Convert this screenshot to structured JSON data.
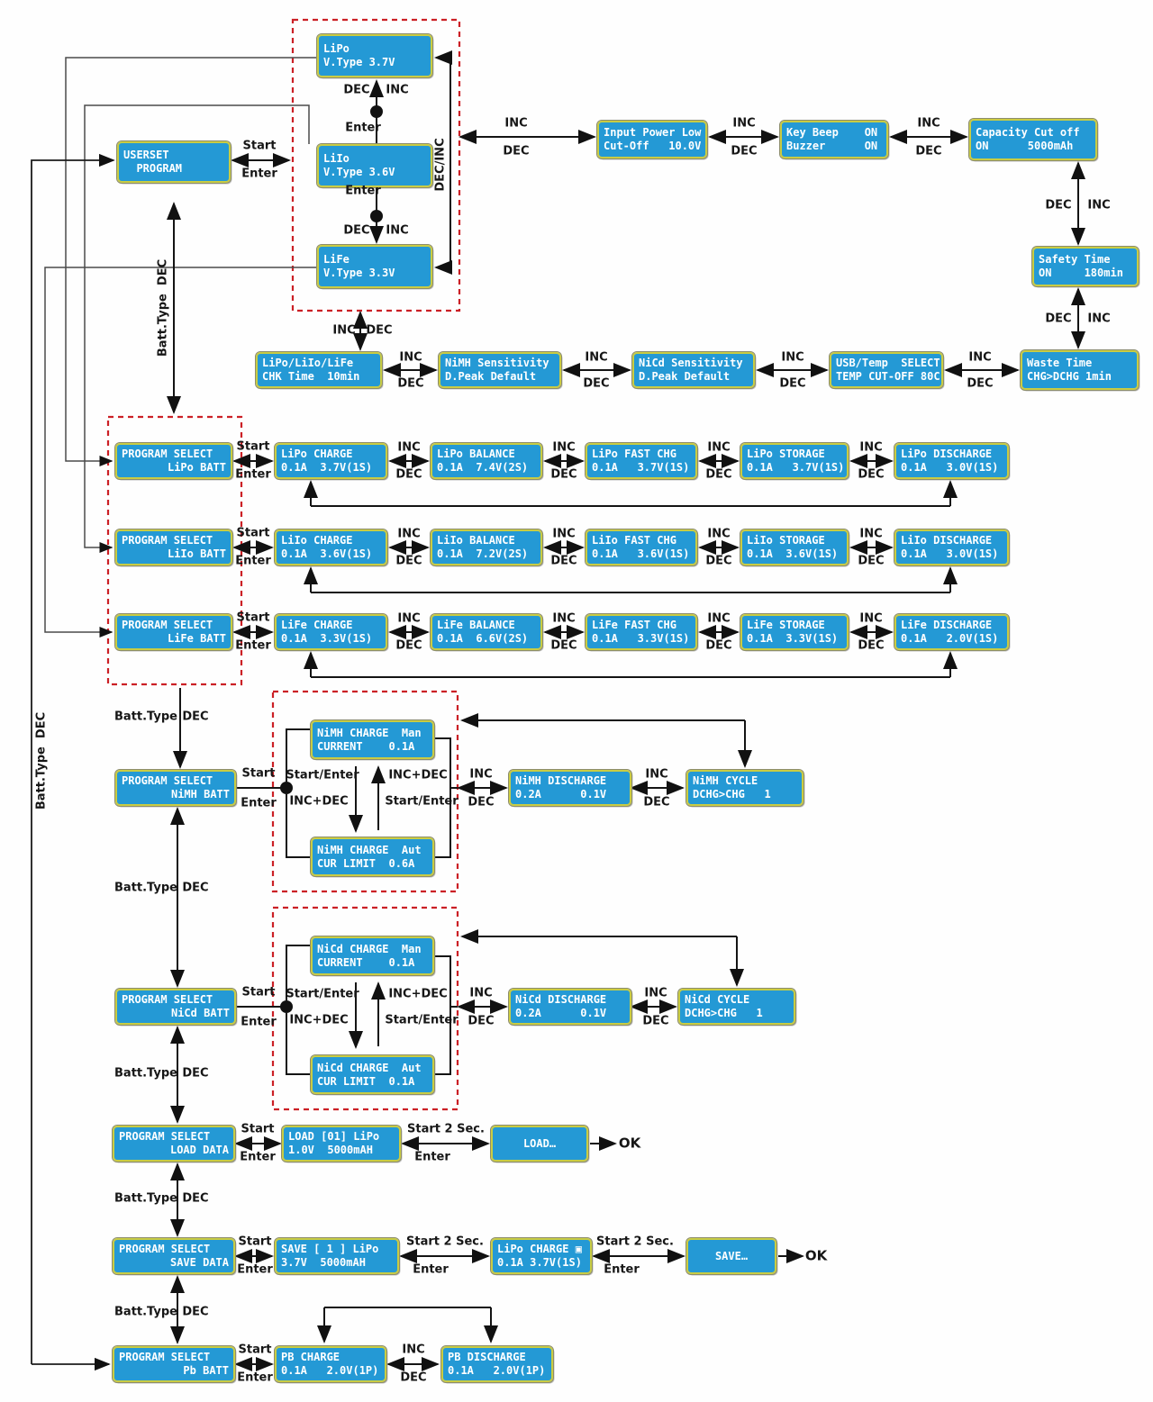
{
  "labels": {
    "inc": "INC",
    "dec": "DEC",
    "start": "Start",
    "enter": "Enter",
    "start_enter": "Start/Enter",
    "inc_plus_dec": "INC+DEC",
    "dec_inc_vert": "DEC/INC",
    "batt_type": "Batt.Type",
    "batt_type_dec": "Batt.Type  DEC",
    "start_2sec": "Start 2 Sec.",
    "ok": "OK"
  },
  "nodes": {
    "lipo_vtype": {
      "l1": "LiPo",
      "l2": "V.Type 3.7V"
    },
    "liio_vtype": {
      "l1": "LiIo",
      "l2": "V.Type 3.6V"
    },
    "life_vtype": {
      "l1": "LiFe",
      "l2": "V.Type 3.3V"
    },
    "userset": {
      "l1": "USERSET",
      "l2": "  PROGRAM"
    },
    "input_power": {
      "l1": "Input Power Low",
      "l2": "Cut-Off   10.0V"
    },
    "key_beep": {
      "l1": "Key Beep    ON",
      "l2": "Buzzer      ON"
    },
    "capacity": {
      "l1": "Capacity Cut off",
      "l2": "ON      5000mAh"
    },
    "safety_time": {
      "l1": "Safety Time",
      "l2": "ON     180min"
    },
    "waste_time": {
      "l1": "Waste Time",
      "l2": "CHG>DCHG 1min"
    },
    "usb_temp": {
      "l1": "USB/Temp  SELECT",
      "l2": "TEMP CUT-OFF 80C"
    },
    "nicd_sens": {
      "l1": "NiCd Sensitivity",
      "l2": "D.Peak Default"
    },
    "nimh_sens": {
      "l1": "NiMH Sensitivity",
      "l2": "D.Peak Default"
    },
    "chk_time": {
      "l1": "LiPo/LiIo/LiFe",
      "l2": "CHK Time  10min"
    },
    "ps_lipo": {
      "l1": "PROGRAM SELECT",
      "l2": "LiPo BATT"
    },
    "lipo_charge": {
      "l1": "LiPo CHARGE",
      "l2": "0.1A  3.7V(1S)"
    },
    "lipo_balance": {
      "l1": "LiPo BALANCE",
      "l2": "0.1A  7.4V(2S)"
    },
    "lipo_fast": {
      "l1": "LiPo FAST CHG",
      "l2": "0.1A   3.7V(1S)"
    },
    "lipo_storage": {
      "l1": "LiPo STORAGE",
      "l2": "0.1A   3.7V(1S)"
    },
    "lipo_discharge": {
      "l1": "LiPo DISCHARGE",
      "l2": "0.1A   3.0V(1S)"
    },
    "ps_liio": {
      "l1": "PROGRAM SELECT",
      "l2": "LiIo BATT"
    },
    "liio_charge": {
      "l1": "LiIo CHARGE",
      "l2": "0.1A  3.6V(1S)"
    },
    "liio_balance": {
      "l1": "LiIo BALANCE",
      "l2": "0.1A  7.2V(2S)"
    },
    "liio_fast": {
      "l1": "LiIo FAST CHG",
      "l2": "0.1A   3.6V(1S)"
    },
    "liio_storage": {
      "l1": "LiIo STORAGE",
      "l2": "0.1A  3.6V(1S)"
    },
    "liio_discharge": {
      "l1": "LiIo DISCHARGE",
      "l2": "0.1A   3.0V(1S)"
    },
    "ps_life": {
      "l1": "PROGRAM SELECT",
      "l2": "LiFe BATT"
    },
    "life_charge": {
      "l1": "LiFe CHARGE",
      "l2": "0.1A  3.3V(1S)"
    },
    "life_balance": {
      "l1": "LiFe BALANCE",
      "l2": "0.1A  6.6V(2S)"
    },
    "life_fast": {
      "l1": "LiFe FAST CHG",
      "l2": "0.1A   3.3V(1S)"
    },
    "life_storage": {
      "l1": "LiFe STORAGE",
      "l2": "0.1A  3.3V(1S)"
    },
    "life_discharge": {
      "l1": "LiFe DISCHARGE",
      "l2": "0.1A   2.0V(1S)"
    },
    "ps_nimh": {
      "l1": "PROGRAM SELECT",
      "l2": "NiMH BATT"
    },
    "nimh_man": {
      "l1": "NiMH CHARGE  Man",
      "l2": "CURRENT    0.1A"
    },
    "nimh_aut": {
      "l1": "NiMH CHARGE  Aut",
      "l2": "CUR LIMIT  0.6A"
    },
    "nimh_discharge": {
      "l1": "NiMH DISCHARGE",
      "l2": "0.2A      0.1V"
    },
    "nimh_cycle": {
      "l1": "NiMH CYCLE",
      "l2": "DCHG>CHG   1"
    },
    "ps_nicd": {
      "l1": "PROGRAM SELECT",
      "l2": "NiCd BATT"
    },
    "nicd_man": {
      "l1": "NiCd CHARGE  Man",
      "l2": "CURRENT    0.1A"
    },
    "nicd_aut": {
      "l1": "NiCd CHARGE  Aut",
      "l2": "CUR LIMIT  0.1A"
    },
    "nicd_discharge": {
      "l1": "NiCd DISCHARGE",
      "l2": "0.2A      0.1V"
    },
    "nicd_cycle": {
      "l1": "NiCd CYCLE",
      "l2": "DCHG>CHG   1"
    },
    "ps_load": {
      "l1": "PROGRAM SELECT",
      "l2": "LOAD DATA"
    },
    "load_slot": {
      "l1": "LOAD [01] LiPo",
      "l2": "1.0V  5000mAH"
    },
    "load_exec": {
      "l1": "LOAD…"
    },
    "ps_save": {
      "l1": "PROGRAM SELECT",
      "l2": "SAVE DATA"
    },
    "save_slot": {
      "l1": "SAVE [ 1 ] LiPo",
      "l2": "3.7V  5000mAH"
    },
    "save_pgm": {
      "l1": "LiPo CHARGE ▣",
      "l2": "0.1A 3.7V(1S)"
    },
    "save_exec": {
      "l1": "SAVE…"
    },
    "ps_pb": {
      "l1": "PROGRAM SELECT",
      "l2": "Pb BATT"
    },
    "pb_charge": {
      "l1": "PB CHARGE",
      "l2": "0.1A   2.0V(1P)"
    },
    "pb_discharge": {
      "l1": "PB DISCHARGE",
      "l2": "0.1A   2.0V(1P)"
    }
  }
}
